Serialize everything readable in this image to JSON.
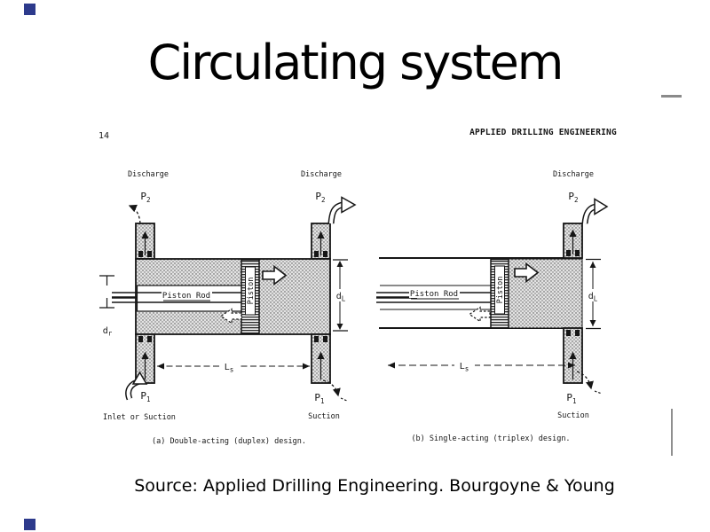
{
  "slide": {
    "title": "Circulating system",
    "source": "Source: Applied Drilling Engineering. Bourgoyne & Young",
    "accent_color": "#2d3a8c",
    "ink_color": "#161616"
  },
  "figure": {
    "page_number": "14",
    "running_header": "APPLIED DRILLING ENGINEERING",
    "labels": {
      "discharge": "Discharge",
      "suction": "Suction",
      "inlet": "Inlet or Suction",
      "piston_rod": "Piston Rod",
      "piston": "Piston",
      "p2": {
        "base": "P",
        "sub": "2"
      },
      "p1": {
        "base": "P",
        "sub": "1"
      },
      "dl": {
        "base": "d",
        "sub": "L"
      },
      "dr": {
        "base": "d",
        "sub": "r"
      },
      "ls": {
        "base": "L",
        "sub": "s"
      }
    },
    "captions": {
      "duplex": "(a)  Double-acting (duplex) design.",
      "triplex": "(b)  Single-acting (triplex) design."
    }
  }
}
